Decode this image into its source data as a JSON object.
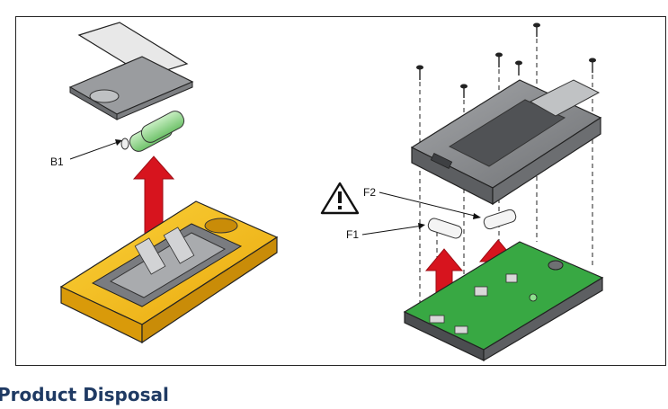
{
  "figure": {
    "callouts": {
      "b1": "B1",
      "f1": "F1",
      "f2": "F2"
    },
    "colors": {
      "meter_body": "#f7c21a",
      "arrow": "#d7141e",
      "battery": "#8fd28a",
      "circuit_board": "#38a843",
      "housing_gray": "#8a8c8f"
    },
    "icons": [
      "warning-triangle-icon"
    ]
  },
  "section": {
    "heading": "Product Disposal"
  }
}
